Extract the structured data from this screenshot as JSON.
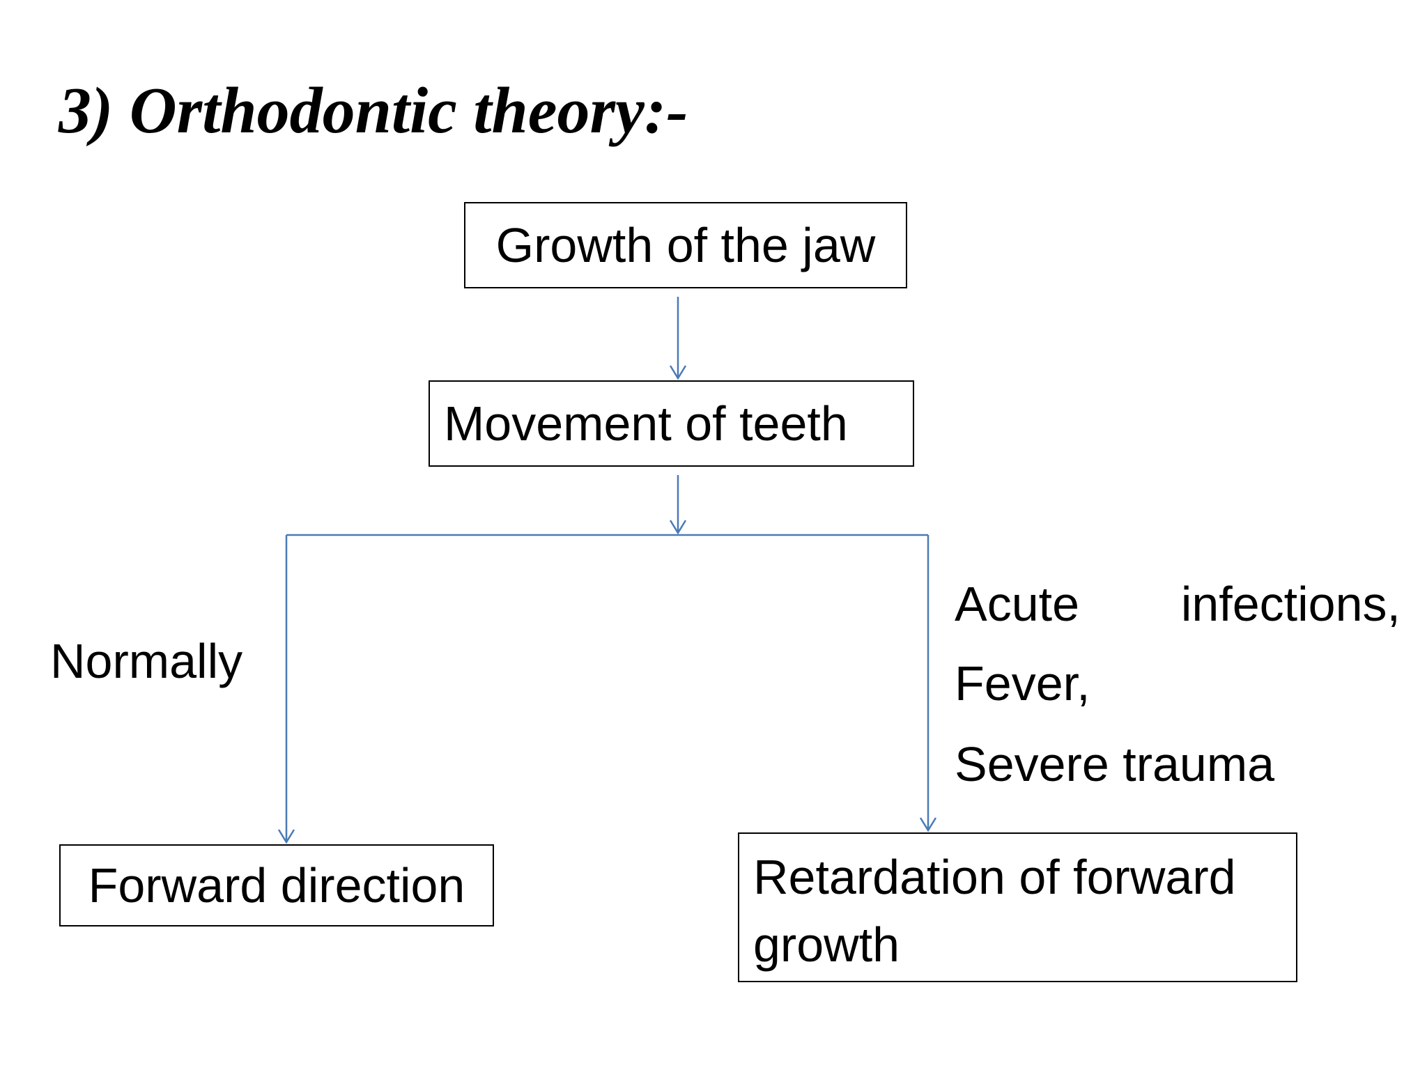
{
  "title": "3)  Orthodontic theory:-",
  "nodes": {
    "growth": "Growth of the jaw",
    "movement": "Movement of teeth",
    "forward": "Forward direction",
    "retardation": "Retardation of forward growth"
  },
  "branch_labels": {
    "left": "Normally",
    "right_lines": [
      "Acute        infections,",
      "Fever,",
      "Severe trauma"
    ]
  },
  "colors": {
    "connector": "#4a7ab5",
    "box_border": "#000000",
    "text": "#000000"
  }
}
